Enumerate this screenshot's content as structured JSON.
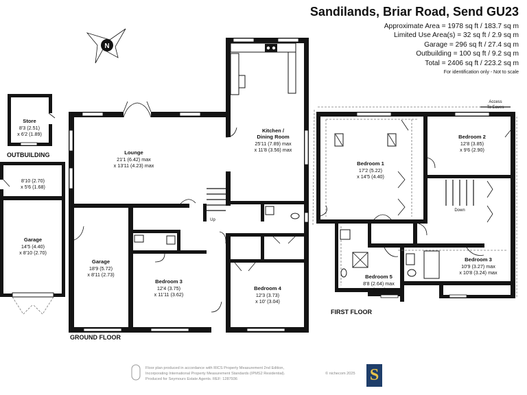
{
  "header": {
    "title": "Sandilands, Briar Road, Send GU23",
    "areas": [
      "Approximate Area = 1978 sq ft / 183.7 sq m",
      "Limited Use Area(s) = 32 sq ft / 2.9 sq m",
      "Garage = 296 sq ft / 27.4 sq m",
      "Outbuilding = 100 sq ft / 9.2 sq m",
      "Total = 2406 sq ft / 223.2 sq m"
    ],
    "identification": "For identification only - Not to scale"
  },
  "compass": {
    "label": "N"
  },
  "floors": {
    "ground": "GROUND FLOOR",
    "first": "FIRST FLOOR",
    "outbuilding": "OUTBUILDING"
  },
  "rooms": {
    "store": {
      "name": "Store",
      "dims": [
        "8'3 (2.51)",
        "x 6'2 (1.89)"
      ]
    },
    "lounge": {
      "name": "Lounge",
      "dims": [
        "21'1 (6.42) max",
        "x 13'11 (4.23) max"
      ]
    },
    "kitchen": {
      "name": [
        "Kitchen /",
        "Dining Room"
      ],
      "dims": [
        "25'11 (7.89) max",
        "x 11'8 (3.56) max"
      ]
    },
    "garage_small": {
      "dims": [
        "8'10 (2.70)",
        "x 5'6 (1.68)"
      ]
    },
    "garage_main": {
      "name": "Garage",
      "dims": [
        "14'5 (4.40)",
        "x 8'10 (2.70)"
      ]
    },
    "garage_inner": {
      "name": "Garage",
      "dims": [
        "18'9 (5.72)",
        "x 8'11 (2.73)"
      ]
    },
    "bedroom3_ground": {
      "name": "Bedroom 3",
      "dims": [
        "12'4 (3.75)",
        "x 11'11 (3.62)"
      ]
    },
    "bedroom4": {
      "name": "Bedroom 4",
      "dims": [
        "12'3 (3.73)",
        "x 10' (3.04)"
      ]
    },
    "bedroom1": {
      "name": "Bedroom 1",
      "dims": [
        "17'2 (5.22)",
        "x 14'5 (4.40)"
      ]
    },
    "bedroom2": {
      "name": "Bedroom 2",
      "dims": [
        "12'8 (3.85)",
        "x 9'6 (2.90)"
      ]
    },
    "bedroom5": {
      "name": "Bedroom 5",
      "dims": [
        "8'8 (2.64) max",
        "x 8'7 (2.62) max"
      ]
    },
    "bedroom3_first": {
      "name": "Bedroom 3",
      "dims": [
        "10'9 (3.27) max",
        "x 10'8 (3.24) max"
      ]
    }
  },
  "labels": {
    "up": "Up",
    "down": "Down",
    "access": [
      "Access",
      "To Eaves"
    ]
  },
  "footer": {
    "lines": [
      "Floor plan produced in accordance with RICS Property Measurement 2nd Edition,",
      "Incorporating International Property Measurement Standards (IPMS2 Residential).",
      "Produced for Seymours Estate Agents.   REF: 1287936"
    ],
    "copyright": "© nichecom 2025",
    "logo_letter": "S",
    "logo_color": "#1f3e6a",
    "logo_accent": "#e8c24a"
  }
}
